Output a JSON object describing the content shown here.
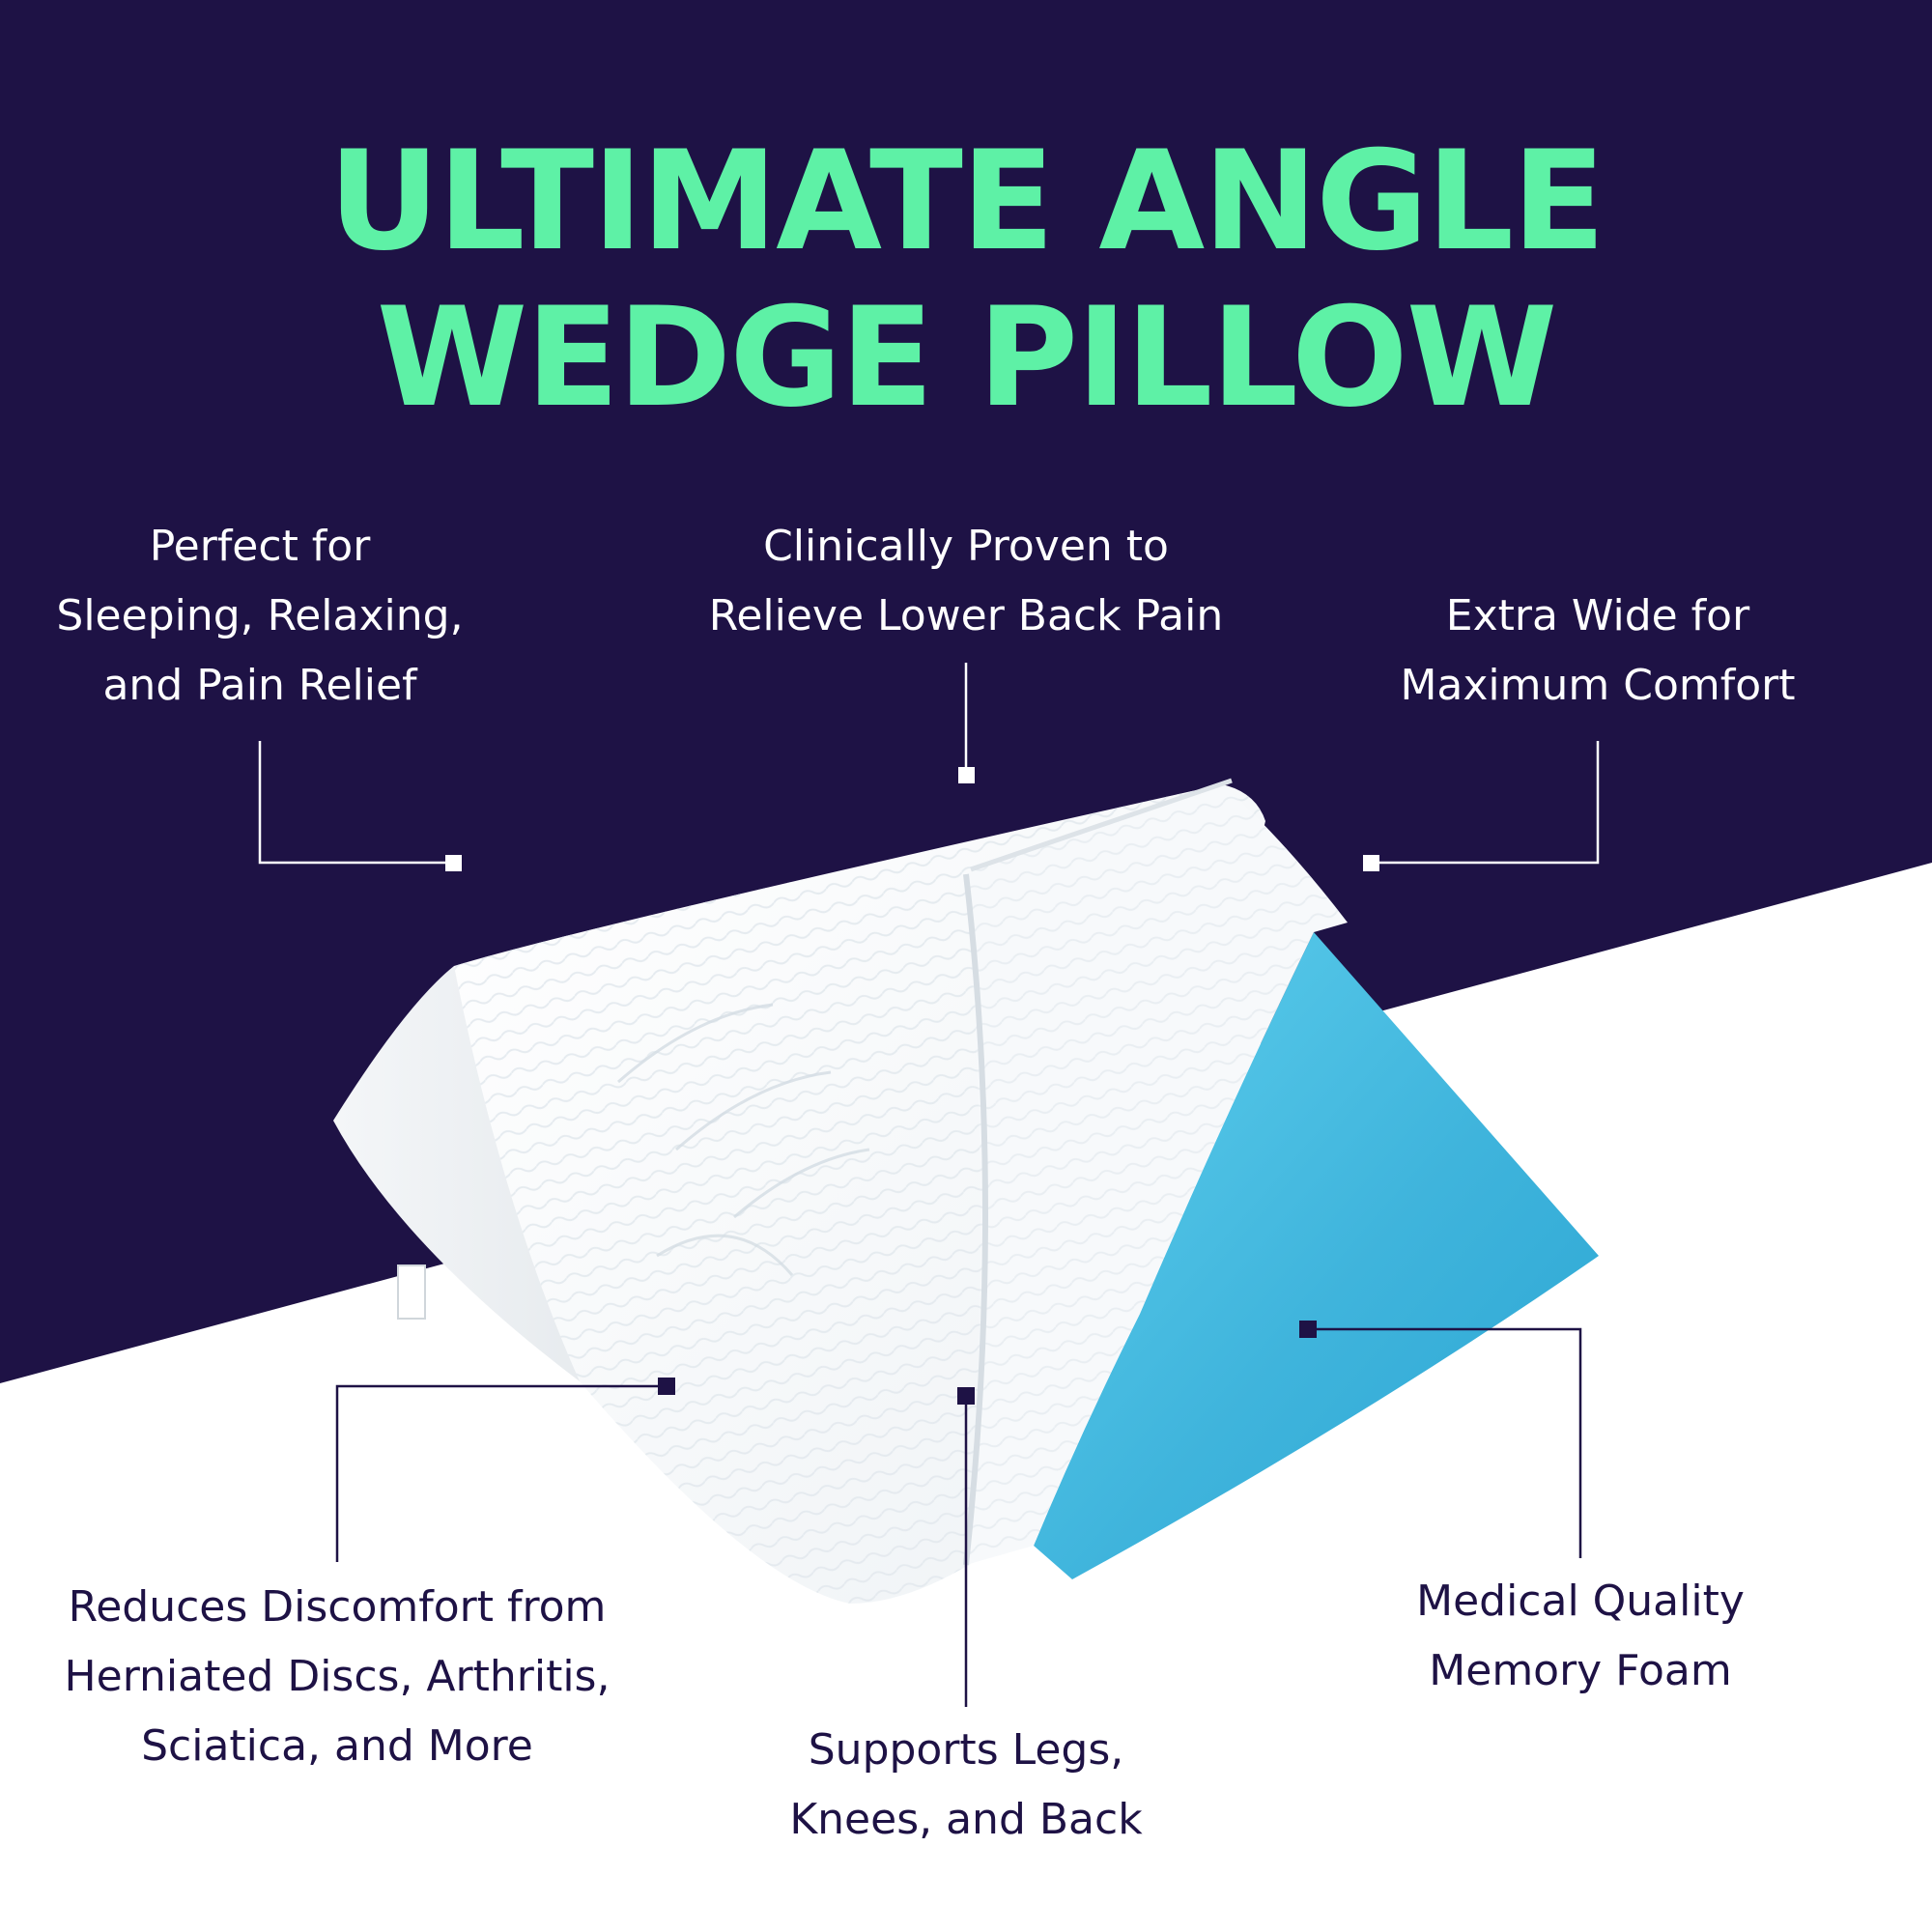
{
  "title": {
    "line1": "ULTIMATE ANGLE",
    "line2": "WEDGE PILLOW"
  },
  "colors": {
    "navy": "#1e1245",
    "accent_green": "#5ef1a6",
    "foam_blue": "#43bde0",
    "white": "#ffffff"
  },
  "features": {
    "top_left": [
      "Perfect for",
      "Sleeping, Relaxing,",
      "and Pain Relief"
    ],
    "top_center": [
      "Clinically Proven to",
      "Relieve Lower Back Pain"
    ],
    "top_right": [
      "Extra Wide for",
      "Maximum Comfort"
    ],
    "bottom_left": [
      "Reduces Discomfort from",
      "Herniated Discs, Arthritis,",
      "Sciatica, and More"
    ],
    "bottom_center": [
      "Supports Legs,",
      "Knees, and Back"
    ],
    "bottom_right": [
      "Medical Quality",
      "Memory Foam"
    ]
  },
  "product_image": "wedge-pillow-with-partially-unzipped-cover-showing-blue-memory-foam"
}
